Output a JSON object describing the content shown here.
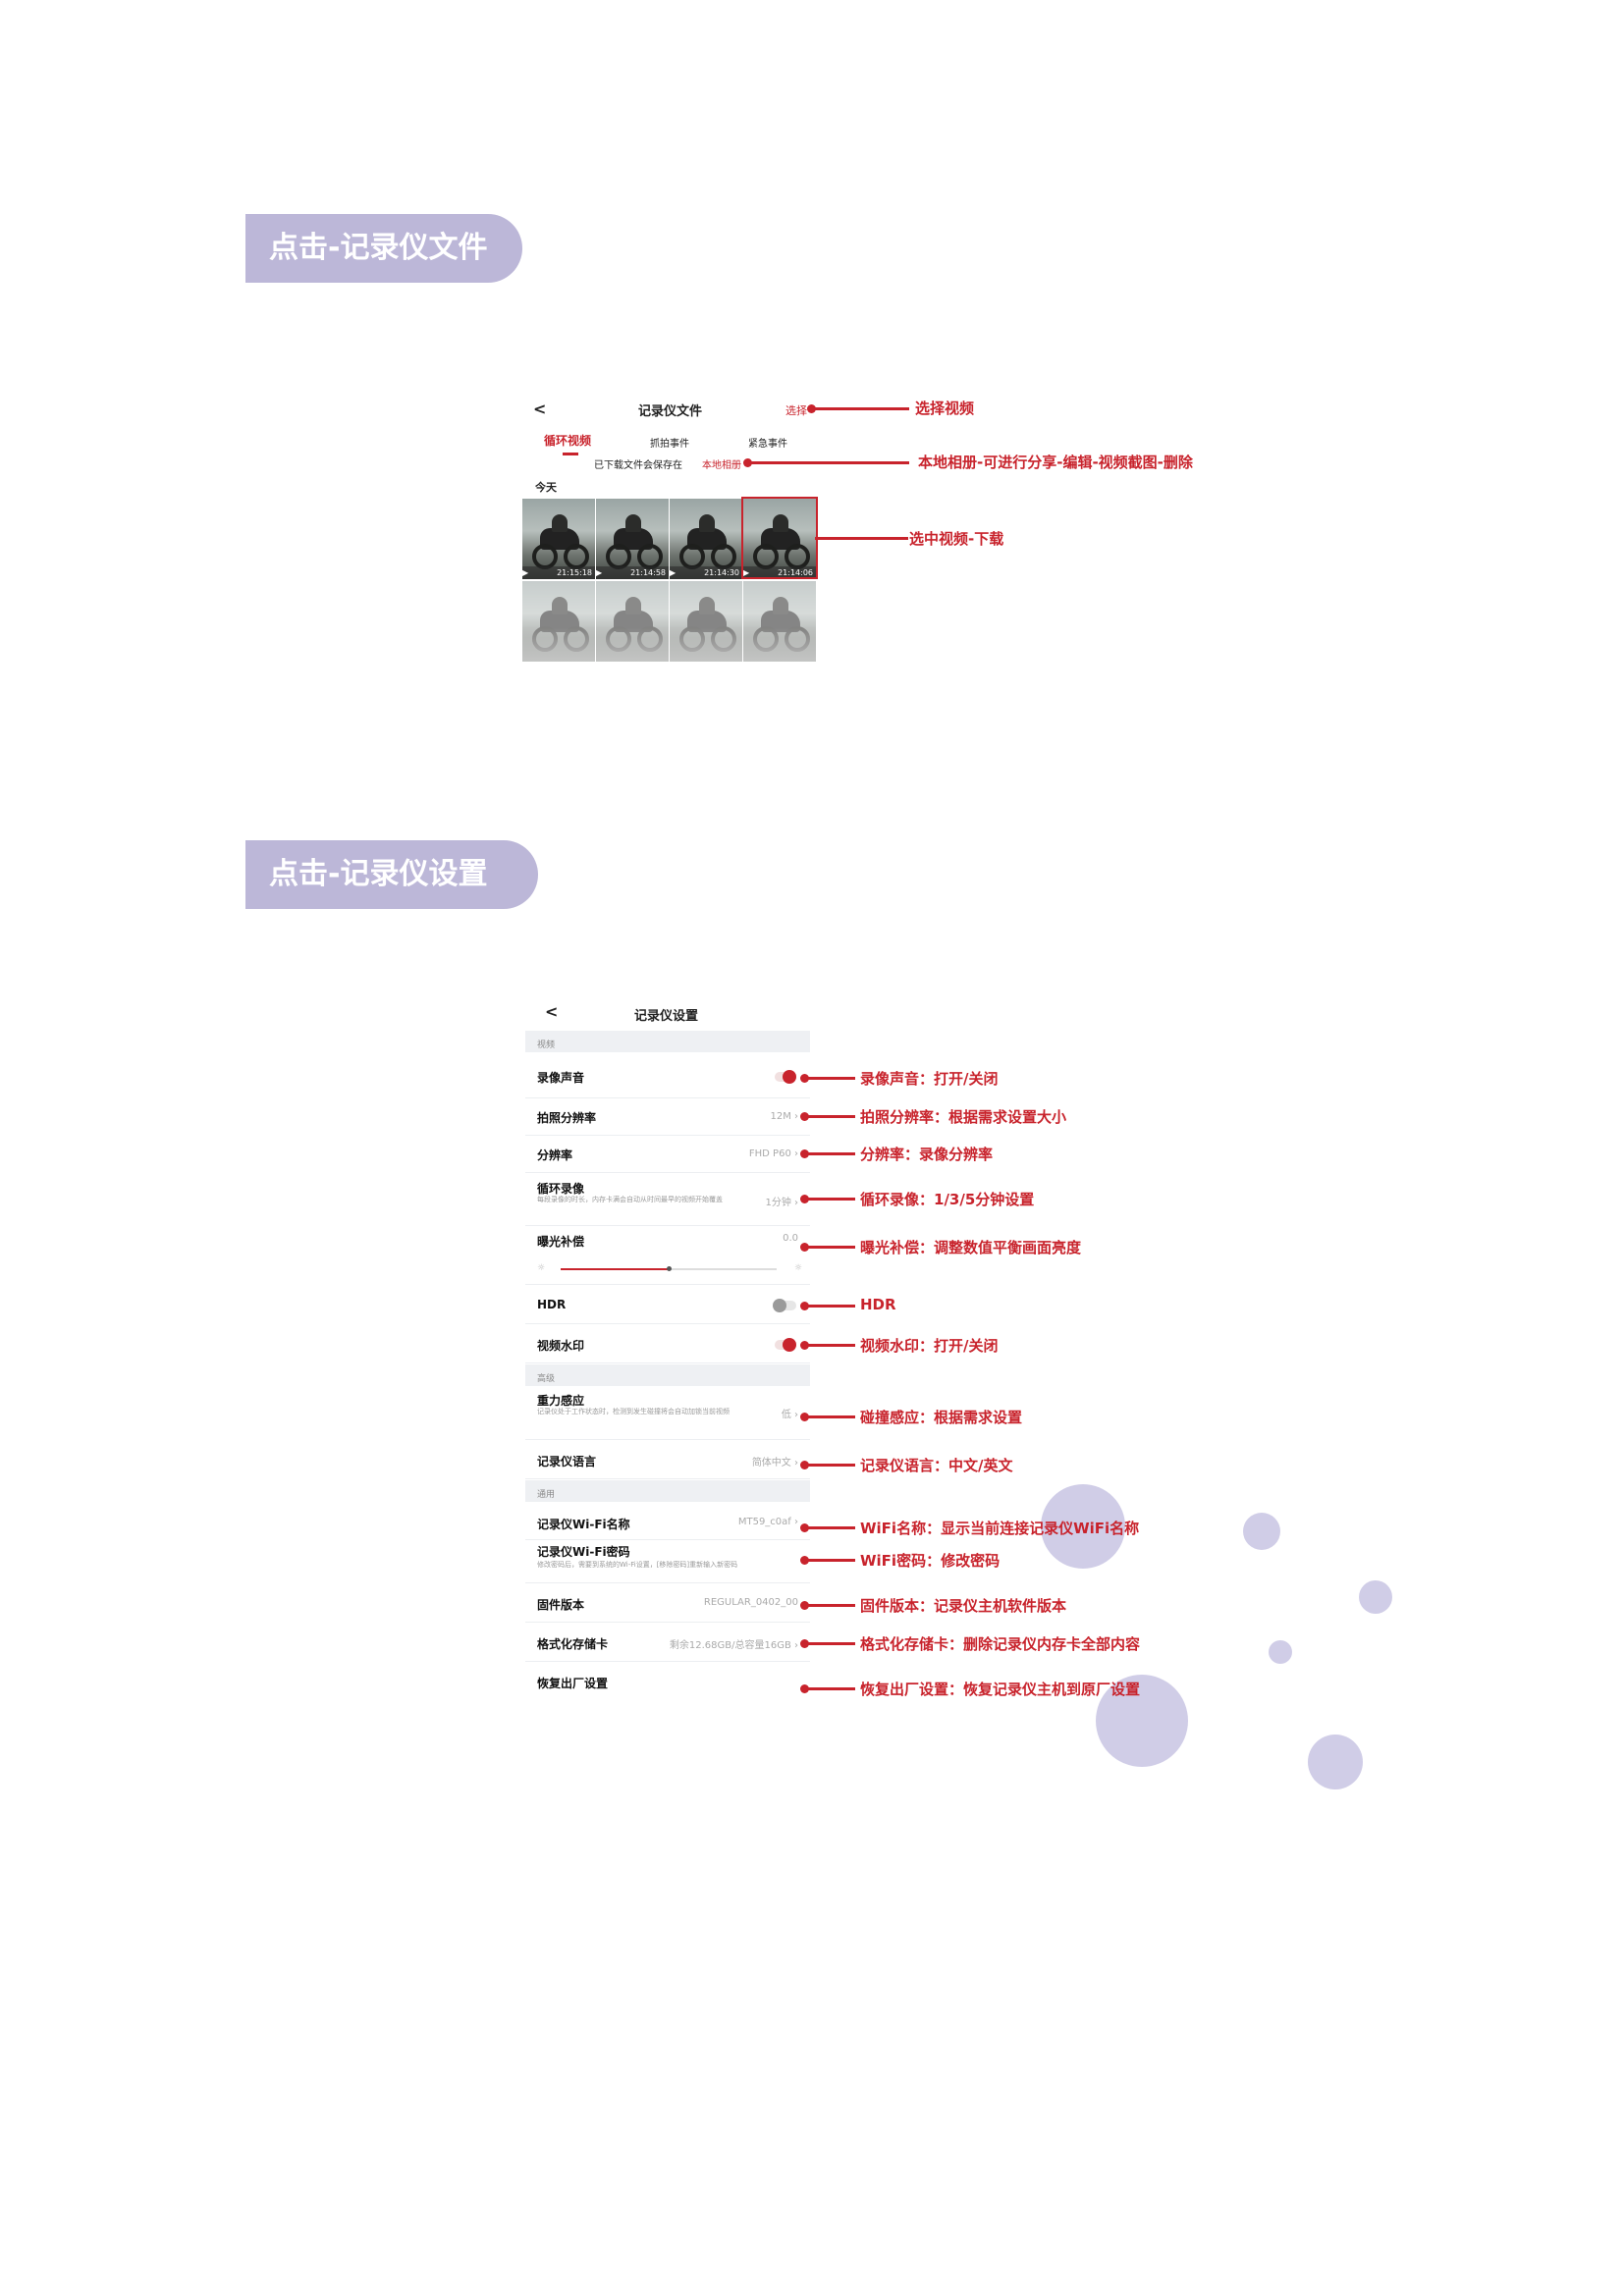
{
  "sections": [
    {
      "label": "点击-记录仪文件"
    },
    {
      "label": "点击-记录仪设置"
    }
  ],
  "files_screen": {
    "back": "<",
    "title": "记录仪文件",
    "select": "选择",
    "tabs": [
      "循环视频",
      "抓拍事件",
      "紧急事件"
    ],
    "saved_prefix": "已下载文件会保存在",
    "saved_link": "本地相册",
    "today": "今天",
    "thumb_times": [
      "21:15:18",
      "21:14:58",
      "21:14:30",
      "21:14:06"
    ],
    "annotations": {
      "select": "选择视频",
      "album": "本地相册-可进行分享-编辑-视频截图-删除",
      "download": "选中视频-下载"
    }
  },
  "settings_screen": {
    "back": "<",
    "title": "记录仪设置",
    "group_video": "视频",
    "group_advanced": "高级",
    "group_general": "通用",
    "rows": {
      "sound": {
        "label": "录像声音"
      },
      "photo_res": {
        "label": "拍照分辨率",
        "value": "12M ›"
      },
      "resolution": {
        "label": "分辨率",
        "value": "FHD P60 ›"
      },
      "loop": {
        "label": "循环录像",
        "sub": "每段录像的时长，内存卡满会自动从时间最早的视频开始覆盖",
        "value": "1分钟 ›"
      },
      "exposure": {
        "label": "曝光补偿",
        "value": "0.0"
      },
      "hdr": {
        "label": "HDR"
      },
      "watermark": {
        "label": "视频水印"
      },
      "gsensor": {
        "label": "重力感应",
        "sub": "记录仪处于工作状态时，检测到发生碰撞将会自动加锁当前视频",
        "value": "低 ›"
      },
      "language": {
        "label": "记录仪语言",
        "value": "简体中文 ›"
      },
      "wifi_name": {
        "label": "记录仪Wi-Fi名称",
        "value": "MT59_c0af ›"
      },
      "wifi_pwd": {
        "label": "记录仪Wi-Fi密码",
        "sub": "修改密码后，需要到系统的Wi-Fi设置，[移除密码]重新输入新密码"
      },
      "firmware": {
        "label": "固件版本",
        "value": "REGULAR_0402_00"
      },
      "format": {
        "label": "格式化存储卡",
        "value": "剩余12.68GB/总容量16GB ›"
      },
      "reset": {
        "label": "恢复出厂设置"
      }
    },
    "annotations": {
      "sound": "录像声音：打开/关闭",
      "photo_res": "拍照分辨率：根据需求设置大小",
      "resolution": "分辨率：录像分辨率",
      "loop": "循环录像：1/3/5分钟设置",
      "exposure": "曝光补偿：调整数值平衡画面亮度",
      "hdr": "HDR",
      "watermark": "视频水印：打开/关闭",
      "gsensor": "碰撞感应：根据需求设置",
      "language": "记录仪语言：中文/英文",
      "wifi_name": "WiFi名称：显示当前连接记录仪WiFi名称",
      "wifi_pwd": "WiFi密码：修改密码",
      "firmware": "固件版本：记录仪主机软件版本",
      "format": "格式化存储卡：删除记录仪内存卡全部内容",
      "reset": "恢复出厂设置：恢复记录仪主机到原厂设置"
    }
  },
  "colors": {
    "accent": "#c8232c",
    "pill": "#bcb7d8",
    "circle": "#c8c4e3"
  }
}
